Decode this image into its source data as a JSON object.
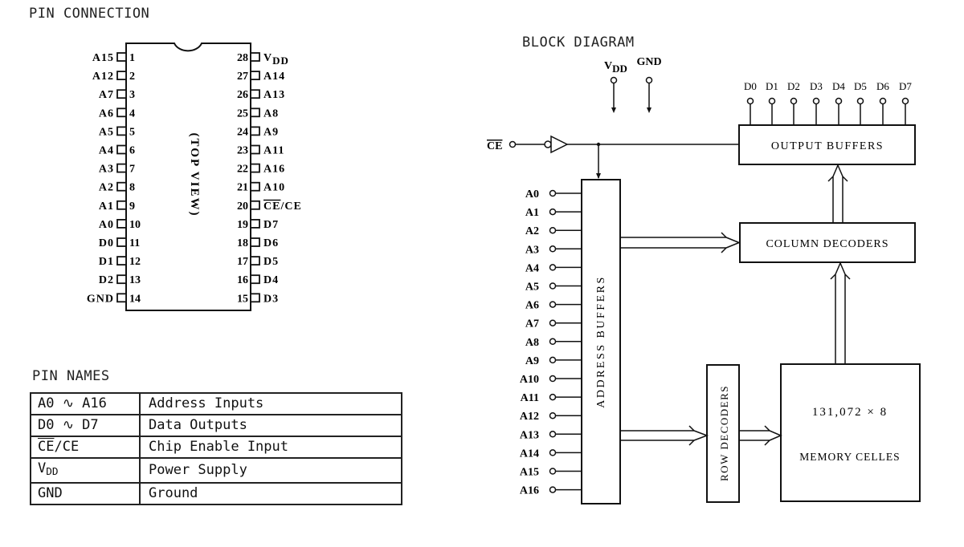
{
  "pin_connection": {
    "title": "PIN CONNECTION",
    "orientation_label": "(TOP VIEW)",
    "left_pins": [
      {
        "num": "1",
        "name": "A15"
      },
      {
        "num": "2",
        "name": "A12"
      },
      {
        "num": "3",
        "name": "A7"
      },
      {
        "num": "4",
        "name": "A6"
      },
      {
        "num": "5",
        "name": "A5"
      },
      {
        "num": "6",
        "name": "A4"
      },
      {
        "num": "7",
        "name": "A3"
      },
      {
        "num": "8",
        "name": "A2"
      },
      {
        "num": "9",
        "name": "A1"
      },
      {
        "num": "10",
        "name": "A0"
      },
      {
        "num": "11",
        "name": "D0"
      },
      {
        "num": "12",
        "name": "D1"
      },
      {
        "num": "13",
        "name": "D2"
      },
      {
        "num": "14",
        "name": "GND"
      }
    ],
    "right_pins": [
      {
        "num": "28",
        "name": "VDD"
      },
      {
        "num": "27",
        "name": "A14"
      },
      {
        "num": "26",
        "name": "A13"
      },
      {
        "num": "25",
        "name": "A8"
      },
      {
        "num": "24",
        "name": "A9"
      },
      {
        "num": "23",
        "name": "A11"
      },
      {
        "num": "22",
        "name": "A16"
      },
      {
        "num": "21",
        "name": "A10"
      },
      {
        "num": "20",
        "name": "CE/CE"
      },
      {
        "num": "19",
        "name": "D7"
      },
      {
        "num": "18",
        "name": "D6"
      },
      {
        "num": "17",
        "name": "D5"
      },
      {
        "num": "16",
        "name": "D4"
      },
      {
        "num": "15",
        "name": "D3"
      }
    ]
  },
  "pin_names": {
    "title": "PIN NAMES",
    "rows": [
      {
        "symbol": "A0 ∿ A16",
        "description": "Address Inputs"
      },
      {
        "symbol": "D0 ∿ D7",
        "description": "Data Outputs"
      },
      {
        "symbol_over": "CE",
        "symbol_rest": "/CE",
        "description": "Chip Enable Input"
      },
      {
        "symbol_main": "V",
        "symbol_sub": "DD",
        "description": "Power Supply"
      },
      {
        "symbol": "GND",
        "description": "Ground"
      }
    ]
  },
  "block_diagram": {
    "title": "BLOCK DIAGRAM",
    "power_pins": {
      "vdd_main": "V",
      "vdd_sub": "DD",
      "gnd": "GND"
    },
    "ce_label": "CE",
    "data_pins": [
      "D0",
      "D1",
      "D2",
      "D3",
      "D4",
      "D5",
      "D6",
      "D7"
    ],
    "address_pins": [
      "A0",
      "A1",
      "A2",
      "A3",
      "A4",
      "A5",
      "A6",
      "A7",
      "A8",
      "A9",
      "A10",
      "A11",
      "A12",
      "A13",
      "A14",
      "A15",
      "A16"
    ],
    "blocks": {
      "output_buffers": "OUTPUT BUFFERS",
      "column_decoders": "COLUMN DECODERS",
      "address_buffers": "ADDRESS BUFFERS",
      "row_decoders": "ROW DECODERS",
      "memory_size": "131,072 × 8",
      "memory_label": "MEMORY CELLES"
    }
  }
}
